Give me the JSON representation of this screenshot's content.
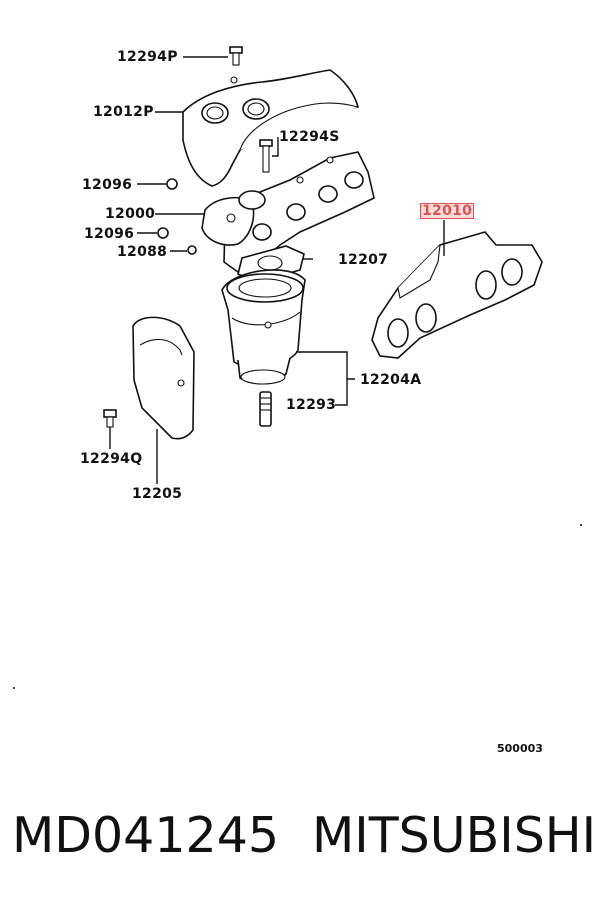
{
  "parts": {
    "p12294P": "12294P",
    "p12012P": "12012P",
    "p12294S": "12294S",
    "p12096a": "12096",
    "p12000": "12000",
    "p12096b": "12096",
    "p12088": "12088",
    "p12207": "12207",
    "p12010": "12010",
    "p12204A": "12204A",
    "p12293": "12293",
    "p12294Q": "12294Q",
    "p12205": "12205"
  },
  "highlighted_part": "12010",
  "highlight_color": "#d9534f",
  "diagram_code": "500003",
  "footer": {
    "part_number": "MD041245",
    "brand": "MITSUBISHI"
  }
}
